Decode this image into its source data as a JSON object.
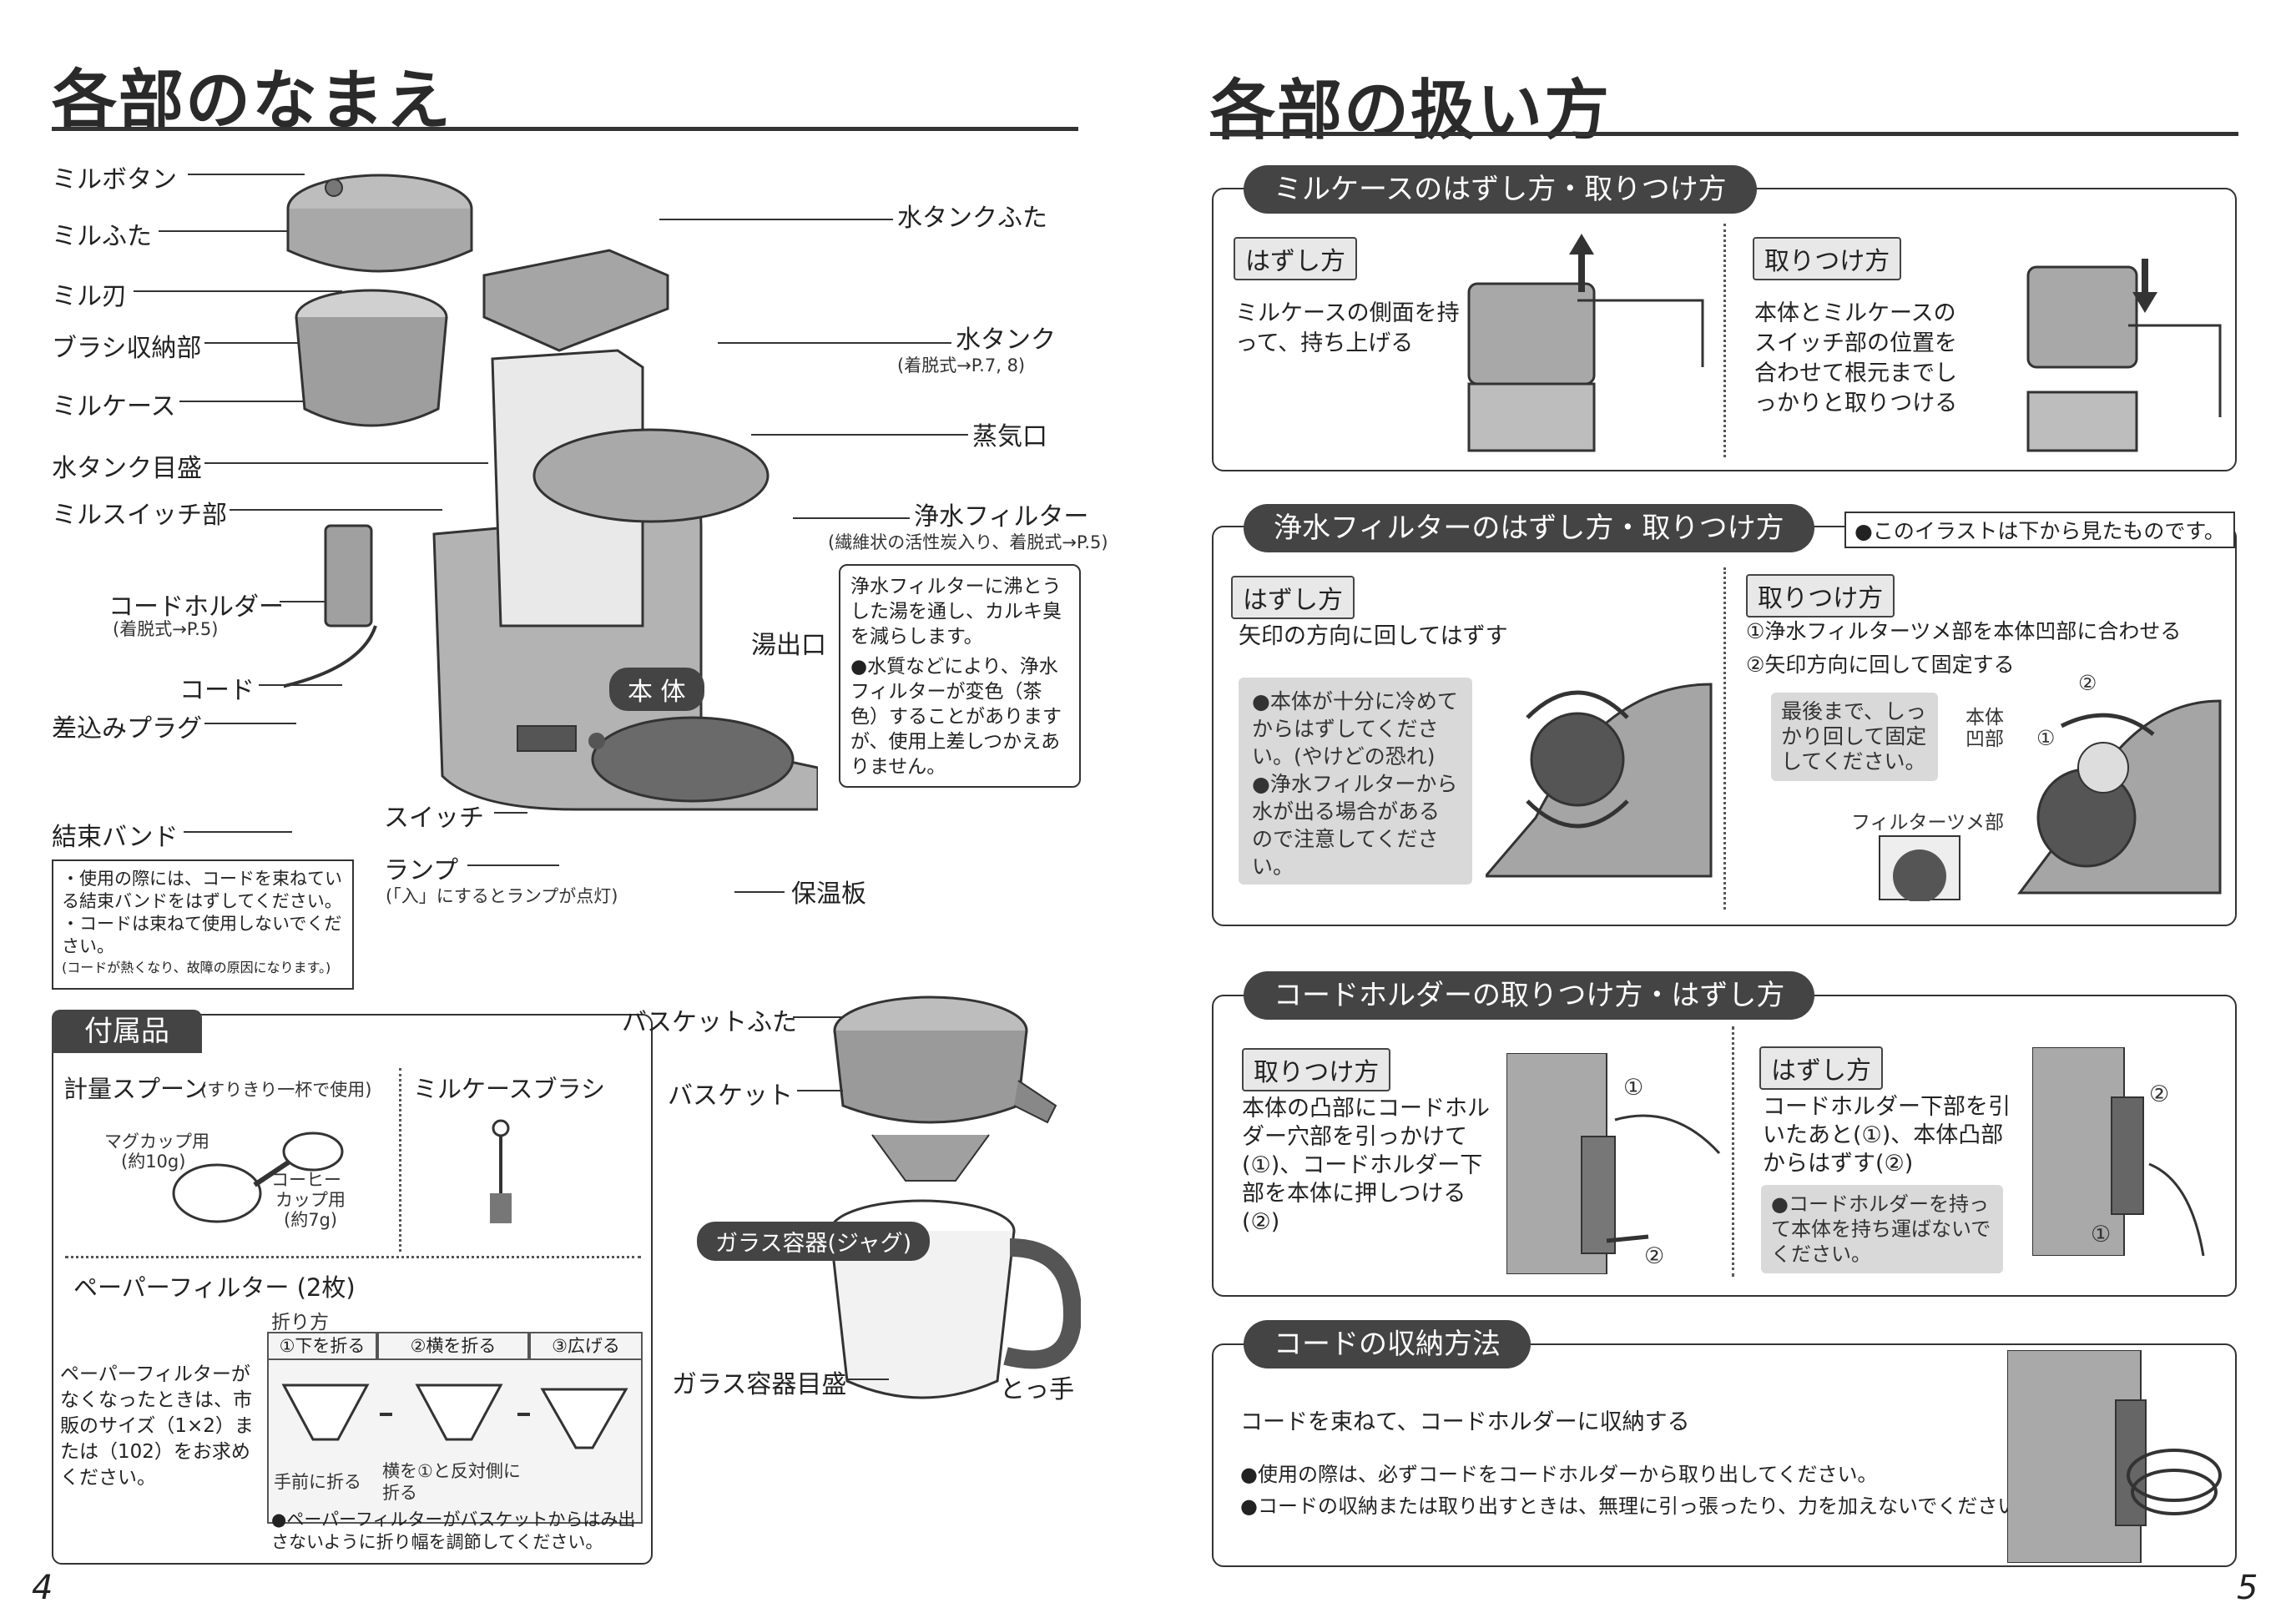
{
  "left": {
    "title": "各部のなまえ",
    "page_number": "4",
    "parts": {
      "mill_button": "ミルボタン",
      "mill_lid": "ミルふた",
      "mill_blade": "ミル刃",
      "brush_storage": "ブラシ収納部",
      "mill_case": "ミルケース",
      "water_tank_scale": "水タンク目盛",
      "mill_switch": "ミルスイッチ部",
      "cord_holder": "コードホルダー",
      "cord_holder_sub": "(着脱式→P.5)",
      "cord": "コード",
      "plug": "差込みプラグ",
      "binding_band": "結束バンド",
      "water_tank_lid": "水タンクふた",
      "water_tank": "水タンク",
      "water_tank_sub": "(着脱式→P.7, 8)",
      "steam_port": "蒸気口",
      "water_filter": "浄水フィルター",
      "water_filter_sub": "(繊維状の活性炭入り、着脱式→P.5)",
      "hot_water_outlet": "湯出口",
      "main_body": "本 体",
      "switch": "スイッチ",
      "lamp": "ランプ",
      "lamp_sub": "(「入」にするとランプが点灯)",
      "warming_plate": "保温板"
    },
    "filter_note": {
      "line1": "浄水フィルターに沸とうした湯を通し、カルキ臭を減らします。",
      "bullet": "●水質などにより、浄水フィルターが変色（茶色）することがありますが、使用上差しつかえありません。"
    },
    "band_note": {
      "line1": "・使用の際には、コードを束ねている結束バンドをはずしてください。",
      "line2": "・コードは束ねて使用しないでください。",
      "line3": "(コードが熱くなり、故障の原因になります。)"
    },
    "accessories": {
      "header": "付属品",
      "measuring_spoon": "計量スプーン",
      "measuring_spoon_sub": "(すりきり一杯で使用)",
      "mug_label": "マグカップ用",
      "mug_amount": "(約10g)",
      "coffee_label": "コーヒー",
      "coffee_label2": "カップ用",
      "coffee_amount": "(約7g)",
      "mill_brush": "ミルケースブラシ",
      "paper_filter": "ペーパーフィルター (2枚)",
      "fold_method": "折り方",
      "step1": "①下を折る",
      "step2": "②横を折る",
      "step3": "③広げる",
      "step1_note": "手前に折る",
      "step2_note": "横を①と反対側に折る",
      "replacement_note": "ペーパーフィルターがなくなったときは、市販のサイズ（1×2）または（102）をお求めください。",
      "fold_warning": "●ペーパーフィルターがバスケットからはみ出さないように折り幅を調節してください。"
    },
    "basket_parts": {
      "basket_lid": "バスケットふた",
      "basket": "バスケット",
      "glass_jug": "ガラス容器(ジャグ)",
      "jug_scale": "ガラス容器目盛",
      "handle": "とっ手"
    }
  },
  "right": {
    "title": "各部の扱い方",
    "page_number": "5",
    "mill_case_section": {
      "header": "ミルケースのはずし方・取りつけ方",
      "remove_tag": "はずし方",
      "remove_text": "ミルケースの側面を持って、持ち上げる",
      "attach_tag": "取りつけ方",
      "attach_text": "本体とミルケースのスイッチ部の位置を合わせて根元までしっかりと取りつける"
    },
    "filter_section": {
      "header": "浄水フィルターのはずし方・取りつけ方",
      "note_badge": "●このイラストは下から見たものです。",
      "remove_tag": "はずし方",
      "remove_text": "矢印の方向に回してはずす",
      "remove_note1": "●本体が十分に冷めてからはずしてください。(やけどの恐れ)",
      "remove_note2": "●浄水フィルターから水が出る場合があるので注意してください。",
      "attach_tag": "取りつけ方",
      "attach_step1": "①浄水フィルターツメ部を本体凹部に合わせる",
      "attach_step2": "②矢印方向に回して固定する",
      "attach_note": "最後まで、しっかり回して固定してください。",
      "body_recess": "本体",
      "body_recess2": "凹部",
      "filter_tab": "フィルターツメ部",
      "circle1": "①",
      "circle2": "②"
    },
    "cord_holder_section": {
      "header": "コードホルダーの取りつけ方・はずし方",
      "attach_tag": "取りつけ方",
      "attach_text": "本体の凸部にコードホルダー穴部を引っかけて(①)、コードホルダー下部を本体に押しつける(②)",
      "remove_tag": "はずし方",
      "remove_text": "コードホルダー下部を引いたあと(①)、本体凸部からはずす(②)",
      "remove_note": "●コードホルダーを持って本体を持ち運ばないでください。",
      "circle1": "①",
      "circle2": "②"
    },
    "cord_storage_section": {
      "header": "コードの収納方法",
      "text": "コードを束ねて、コードホルダーに収納する",
      "note1": "●使用の際は、必ずコードをコードホルダーから取り出してください。",
      "note2": "●コードの収納または取り出すときは、無理に引っ張ったり、力を加えないでください。"
    }
  }
}
